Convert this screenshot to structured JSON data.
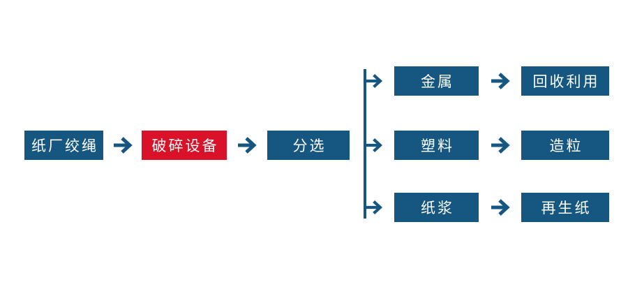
{
  "colors": {
    "box_blue": "#155781",
    "box_red": "#d9122a",
    "arrow_blue": "#155781",
    "background": "#ffffff",
    "text": "#ffffff"
  },
  "flowchart": {
    "main_flow": {
      "source_label": "纸厂绞绳",
      "crusher_label": "破碎设备",
      "sorting_label": "分选"
    },
    "branches": [
      {
        "output": "金属",
        "result": "回收利用"
      },
      {
        "output": "塑料",
        "result": "造粒"
      },
      {
        "output": "纸浆",
        "result": "再生纸"
      }
    ]
  }
}
